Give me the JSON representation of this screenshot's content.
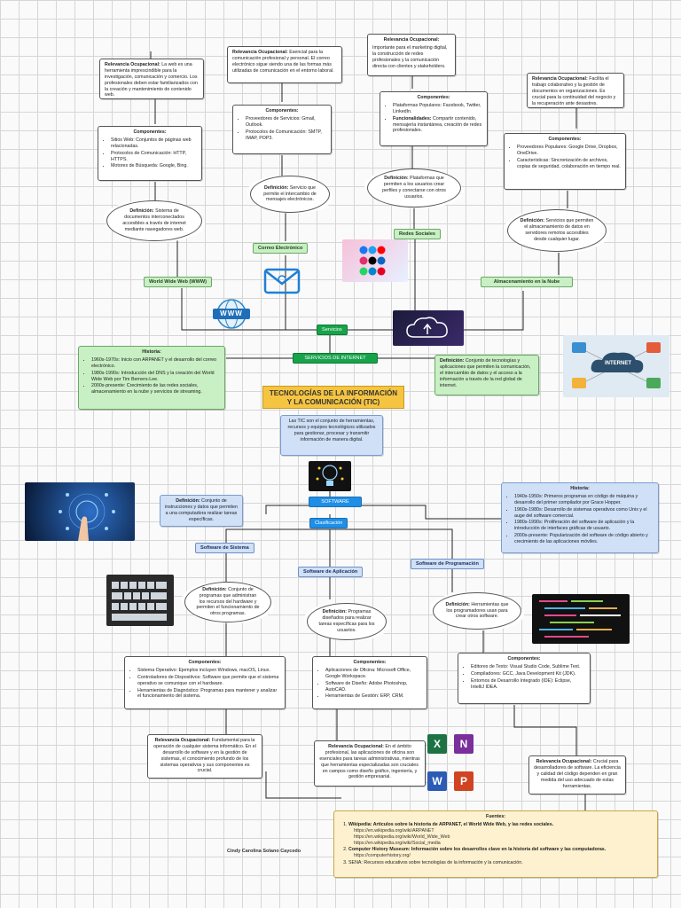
{
  "title": "TECNOLOGÍAS DE LA INFORMACIÓN Y LA COMUNICACIÓN (TIC)",
  "intro": "Las TIC son el conjunto de herramientas, recursos y equipos tecnológicos utilizados para gestionar, procesar y transmitir información de manera digital.",
  "nodes": {
    "servicios_internet": "SERVICIOS DE INTERNET",
    "servicios": "Servicios",
    "software": "SOFTWARE",
    "clasificacion": "Clasificación",
    "www": "World Wide Web (WWW)",
    "correo": "Correo Electrónico",
    "redes": "Redes Sociales",
    "nube": "Almacenamiento en la Nube",
    "sw_sistema": "Software de Sistema",
    "sw_aplicacion": "Software de Aplicación",
    "sw_programacion": "Software de Programación"
  },
  "labels": {
    "relevancia": "Relevancia Ocupacional:",
    "componentes": "Componentes:",
    "definicion": "Definición:",
    "historia": "Historia:"
  },
  "www": {
    "relevancia": "La web es una herramienta imprescindible para la investigación, comunicación y comercio. Los profesionales deben estar familiarizados con la creación y mantenimiento de contenido web.",
    "componentes": [
      "Sitios Web: Conjuntos de páginas web relacionadas.",
      "Protocolos de Comunicación: HTTP, HTTPS.",
      "Motores de Búsqueda: Google, Bing."
    ],
    "definicion": "Sistema de documentos interconectados accesibles a través de internet mediante navegadores web."
  },
  "correo": {
    "relevancia": "Esencial para la comunicación profesional y personal. El correo electrónico sigue siendo una de las formas más utilizadas de comunicación en el entorno laboral.",
    "componentes": [
      "Proveedores de Servicios: Gmail, Outlook.",
      "Protocolos de Comunicación: SMTP, IMAP, POP3."
    ],
    "definicion": "Servicio que permite el intercambio de mensajes electrónicos."
  },
  "redes": {
    "relevancia": "Importante para el marketing digital, la construcción de redes profesionales y la comunicación directa con clientes y stakeholders.",
    "comp1_label": "Plataformas Populares:",
    "comp1": "Facebook, Twitter, LinkedIn.",
    "comp2_label": "Funcionalidades:",
    "comp2": "Compartir contenido, mensajería instantánea, creación de redes profesionales.",
    "definicion": "Plataformas que permiten a los usuarios crear perfiles y conectarse con otros usuarios."
  },
  "nube": {
    "relevancia": "Facilita el trabajo colaborativo y la gestión de documentos en organizaciones. Es crucial para la continuidad del negocio y la recuperación ante desastres.",
    "componentes": [
      "Proveedores Populares: Google Drive, Dropbox, OneDrive.",
      "Características: Sincronización de archivos, copias de seguridad, colaboración en tiempo real."
    ],
    "definicion": "Servicios que permiten el almacenamiento de datos en servidores remotos accesibles desde cualquier lugar."
  },
  "internet": {
    "historia": [
      "1960s-1970s: Inicio con ARPANET y el desarrollo del correo electrónico.",
      "1980s-1990s: Introducción del DNS y la creación del World Wide Web por Tim Berners-Lee.",
      "2000s-presente: Crecimiento de las redes sociales, almacenamiento en la nube y servicios de streaming."
    ],
    "definicion": "Conjunto de tecnologías y aplicaciones que permiten la comunicación, el intercambio de datos y el acceso a la información a través de la red global de internet.",
    "image_text": "INTERNET"
  },
  "software": {
    "definicion": "Conjunto de instrucciones y datos que permiten a una computadora realizar tareas específicas.",
    "historia": [
      "1940s-1950s: Primeros programas en código de máquina y desarrollo del primer compilador por Grace Hopper.",
      "1960s-1980s: Desarrollo de sistemas operativos como Unix y el auge del software comercial.",
      "1980s-1990s: Proliferación del software de aplicación y la introducción de interfaces gráficas de usuario.",
      "2000s-presente: Popularización del software de código abierto y crecimiento de las aplicaciones móviles."
    ]
  },
  "sistema": {
    "definicion": "Conjunto de programas que administran los recursos del hardware y permiten el funcionamiento de otros programas.",
    "componentes": [
      "Sistema Operativo: Ejemplos incluyen Windows, macOS, Linux.",
      "Controladores de Dispositivos: Software que permite que el sistema operativo se comunique con el hardware.",
      "Herramientas de Diagnóstico: Programas para mantener y analizar el funcionamiento del sistema."
    ],
    "relevancia": "Fundamental para la operación de cualquier sistema informático. En el desarrollo de software y en la gestión de sistemas, el conocimiento profundo de los sistemas operativos y sus componentes es crucial."
  },
  "aplicacion": {
    "definicion": "Programas diseñados para realizar tareas específicas para los usuarios.",
    "componentes": [
      "Aplicaciones de Oficina: Microsoft Office, Google Workspace.",
      "Software de Diseño: Adobe Photoshop, AutoCAD.",
      "Herramientas de Gestión: ERP, CRM."
    ],
    "relevancia": "En el ámbito profesional, las aplicaciones de oficina son esenciales para tareas administrativas, mientras que herramientas especializadas son cruciales en campos como diseño gráfico, ingeniería, y gestión empresarial."
  },
  "programacion": {
    "definicion": "Herramientas que los programadores usan para crear otros software.",
    "componentes": [
      "Editores de Texto: Visual Studio Code, Sublime Text.",
      "Compiladores: GCC, Java Development Kit (JDK).",
      "Entornos de Desarrollo Integrado (IDE): Eclipse, IntelliJ IDEA."
    ],
    "relevancia": "Crucial para desarrolladores de software. La eficiencia y calidad del código dependen en gran medida del uso adecuado de estas herramientas."
  },
  "office_letters": [
    "X",
    "N",
    "W",
    "P"
  ],
  "www_icon_text": "WWW",
  "author": "Cindy Carolina Solano Caycedo",
  "fuentes": {
    "title": "Fuentes:",
    "items": [
      {
        "text": "Wikipedia: Artículos sobre la historia de ARPANET, el World Wide Web, y las redes sociales.",
        "urls": [
          "https://en.wikipedia.org/wiki/ARPANET",
          "https://en.wikipedia.org/wiki/World_Wide_Web",
          "https://en.wikipedia.org/wiki/Social_media"
        ]
      },
      {
        "text": "Computer History Museum: Información sobre los desarrollos clave en la historia del software y las computadoras.",
        "urls": [
          "https://computerhistory.org/"
        ]
      },
      {
        "text": "SENA: Recursos educativos sobre tecnologías de la información y la comunicación.",
        "urls": []
      }
    ]
  },
  "colors": {
    "green_node": "#17a34a",
    "blue_node": "#1f8fe6",
    "title_bg": "#f5c542",
    "light_green": "#c9efc4",
    "light_blue": "#cfe0f7",
    "source_bg": "#fdf1cf"
  }
}
